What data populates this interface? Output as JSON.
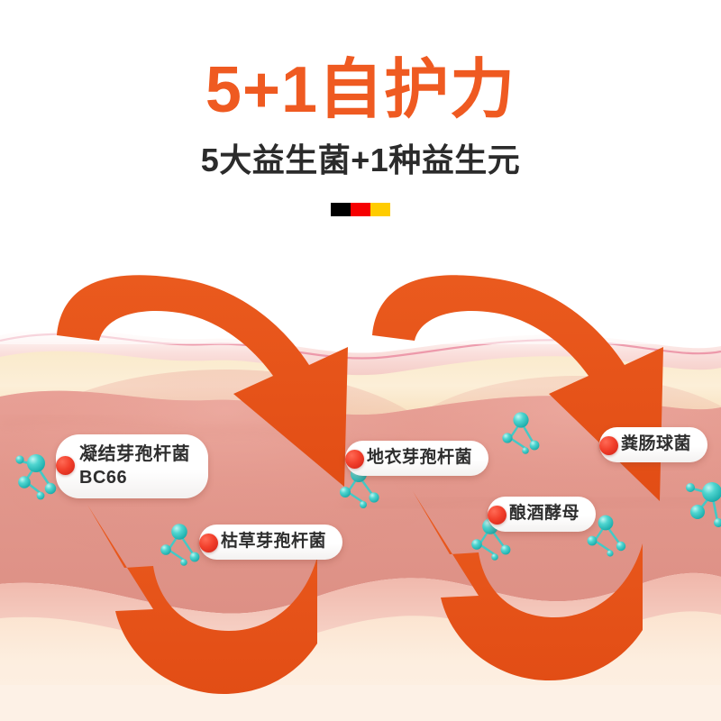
{
  "header": {
    "title": "5+1自护力",
    "subtitle": "5大益生菌+1种益生元",
    "flag": {
      "name": "german-flag",
      "stripes": [
        "#000000",
        "#f60001",
        "#ffcc00"
      ]
    }
  },
  "theme": {
    "accent_orange": "#ef5a21",
    "arrow_orange": "#e8521a",
    "title_color": "#ef5a21",
    "subtitle_color": "#2b2b2b",
    "dot_red": "#e5331f",
    "bacteria_teal": "#3fd0cf",
    "intestine_pink": "#e79c92",
    "intestine_light": "#f6c7bf",
    "mucosa_cream": "#fae7c8",
    "bottom_cream": "#fdeadd"
  },
  "illustration": {
    "name": "intestine-cross-section",
    "arrows": [
      {
        "name": "arrow-down-left",
        "direction": "down-right",
        "kind": "arc-over"
      },
      {
        "name": "arrow-down-right",
        "direction": "down-right",
        "kind": "arc-over"
      },
      {
        "name": "arrow-up-left",
        "direction": "up-left",
        "kind": "u-turn"
      },
      {
        "name": "arrow-up-right",
        "direction": "up-left",
        "kind": "u-turn"
      }
    ],
    "bacteria_clusters": 7
  },
  "labels": [
    {
      "id": "bc66",
      "text": "凝结芽孢杆菌\nBC66",
      "lines": 2
    },
    {
      "id": "licheni",
      "text": "地衣芽孢杆菌",
      "lines": 1
    },
    {
      "id": "faecalis",
      "text": "粪肠球菌",
      "lines": 1
    },
    {
      "id": "subtilis",
      "text": "枯草芽孢杆菌",
      "lines": 1
    },
    {
      "id": "yeast",
      "text": "酿酒酵母",
      "lines": 1
    }
  ]
}
